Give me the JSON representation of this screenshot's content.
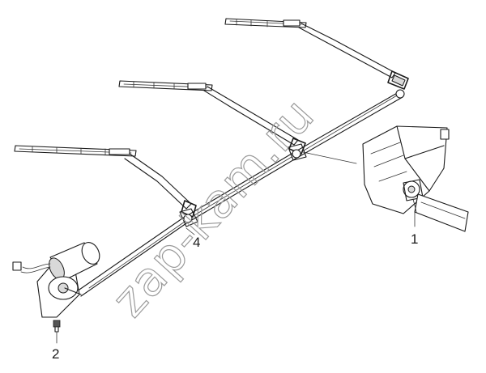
{
  "watermark": {
    "text": "zap-kam.ru"
  },
  "callouts": {
    "part_1": "1",
    "part_2": "2",
    "part_4": "4"
  }
}
